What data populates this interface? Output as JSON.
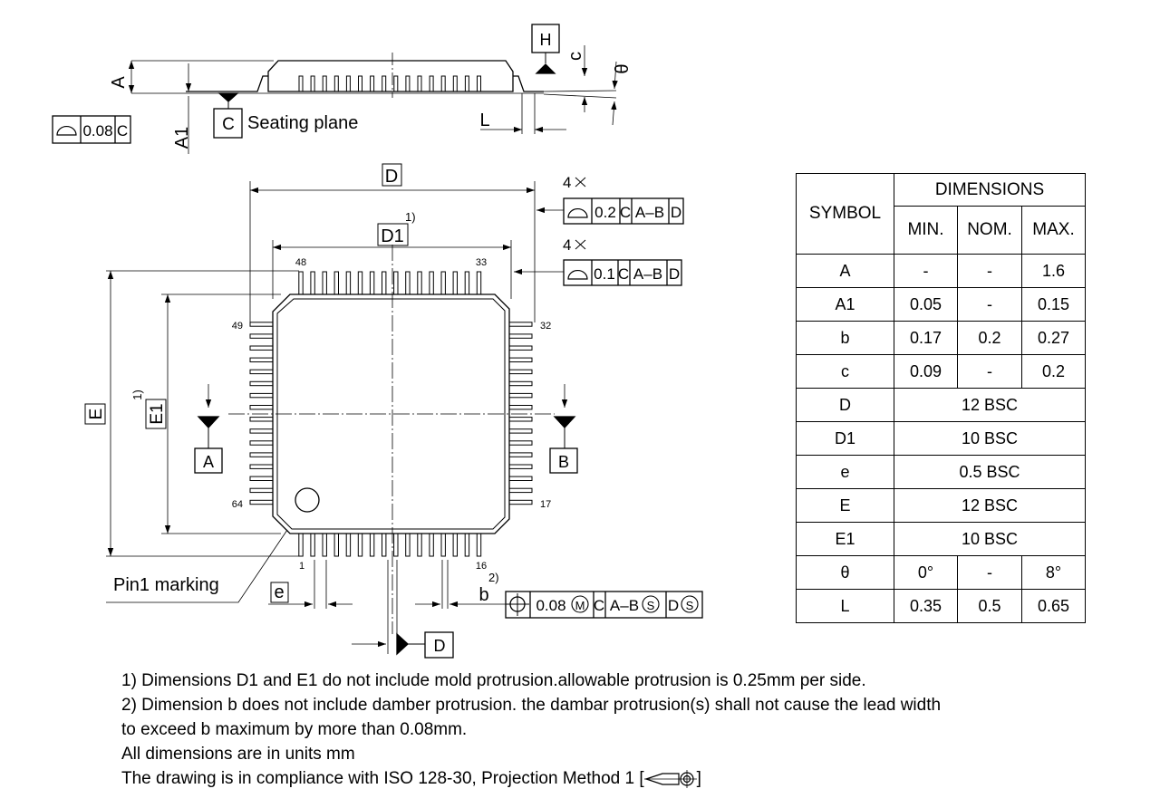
{
  "side_view": {
    "dim_A": "A",
    "dim_A1": "A1",
    "datum_H": "H",
    "datum_C": "C",
    "seating_plane": "Seating plane",
    "dim_c": "c",
    "dim_theta": "θ",
    "dim_L": "L",
    "flatness_value": "0.08",
    "flatness_datum": "C"
  },
  "top_view": {
    "dim_D": "D",
    "dim_D1": "D1",
    "note_mark_1": "1)",
    "dim_E": "E",
    "dim_E1": "E1",
    "note_mark_1b": "1)",
    "multiplier_1": "4×",
    "multiplier_2": "4×",
    "fcf_1": [
      "0.2",
      "C",
      "A–B",
      "D"
    ],
    "fcf_2": [
      "0.1",
      "C",
      "A–B",
      "D"
    ],
    "pin_48": "48",
    "pin_33": "33",
    "pin_49": "49",
    "pin_32": "32",
    "pin_64": "64",
    "pin_17": "17",
    "pin_1": "1",
    "pin_16": "16",
    "datum_A": "A",
    "datum_B": "B",
    "datum_D": "D",
    "pin1_marking": "Pin1 marking",
    "dim_e": "e",
    "dim_b": "b",
    "note_mark_2": "2)",
    "fcf_pos": [
      "0.08",
      "M",
      "C",
      "A–B",
      "S",
      "D",
      "S"
    ]
  },
  "table": {
    "symbol_header": "SYMBOL",
    "dimensions_header": "DIMENSIONS",
    "min_header": "MIN.",
    "nom_header": "NOM.",
    "max_header": "MAX.",
    "rows": [
      {
        "symbol": "A",
        "min": "-",
        "nom": "-",
        "max": "1.6"
      },
      {
        "symbol": "A1",
        "min": "0.05",
        "nom": "-",
        "max": "0.15"
      },
      {
        "symbol": "b",
        "min": "0.17",
        "nom": "0.2",
        "max": "0.27"
      },
      {
        "symbol": "c",
        "min": "0.09",
        "nom": "-",
        "max": "0.2"
      },
      {
        "symbol": "D",
        "span": "12 BSC"
      },
      {
        "symbol": "D1",
        "span": "10 BSC"
      },
      {
        "symbol": "e",
        "span": "0.5 BSC"
      },
      {
        "symbol": "E",
        "span": "12 BSC"
      },
      {
        "symbol": "E1",
        "span": "10 BSC"
      },
      {
        "symbol": "θ",
        "min": "0°",
        "nom": "-",
        "max": "8°"
      },
      {
        "symbol": "L",
        "min": "0.35",
        "nom": "0.5",
        "max": "0.65"
      }
    ]
  },
  "notes": {
    "note1": "1) Dimensions D1 and E1 do not include mold protrusion.allowable protrusion is 0.25mm per side.",
    "note2a": "2) Dimension b does not include damber protrusion. the dambar protrusion(s) shall not cause the lead width",
    "note2b": "to exceed b maximum by more than 0.08mm.",
    "units": "All dimensions are in units mm",
    "compliance": "The drawing is in compliance with ISO 128-30, Projection Method 1 [",
    "compliance_end": "]"
  }
}
